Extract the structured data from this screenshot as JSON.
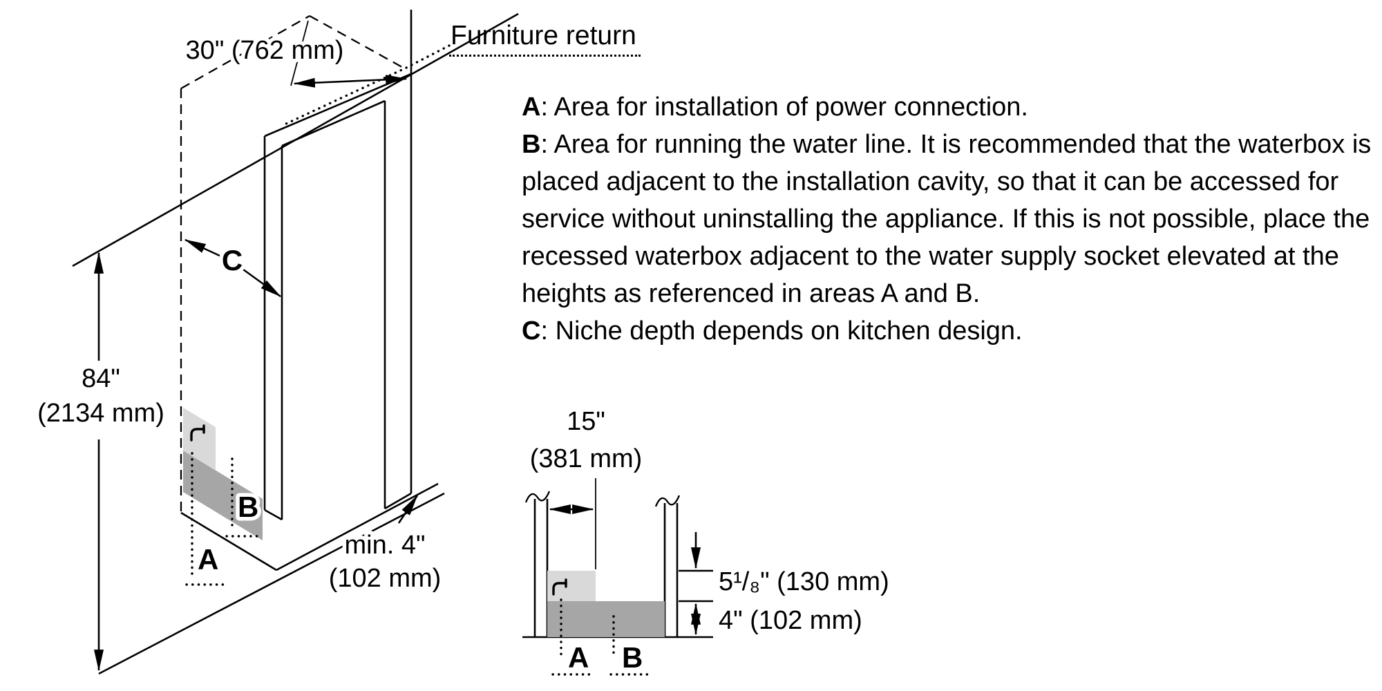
{
  "main_diagram": {
    "width_dimension": "30\" (762 mm)",
    "furniture_return_label": "Furniture return",
    "height_dimension_inches": "84\"",
    "height_dimension_mm": "(2134 mm)",
    "depth_label": "C",
    "zone_a_label": "A",
    "zone_b_label": "B",
    "min_clearance_inches": "min. 4\"",
    "min_clearance_mm": "(102 mm)"
  },
  "notes": [
    {
      "key": "A",
      "text": ": Area for installation of power connection."
    },
    {
      "key": "B",
      "text": ": Area for running the water line. It is recommended that the waterbox is placed adjacent to the installation cavity, so that it can be accessed for service without uninstalling the appliance. If this is not possible, place the recessed waterbox adjacent to the water supply socket elevated at the heights as referenced in areas A and B."
    },
    {
      "key": "C",
      "text": ": Niche depth depends on kitchen design."
    }
  ],
  "section_diagram": {
    "width_dimension_inches": "15\"",
    "width_dimension_mm": "(381 mm)",
    "upper_height_dimension": "5¹/₈\" (130 mm)",
    "lower_height_dimension": "4\" (102 mm)",
    "zone_a_label": "A",
    "zone_b_label": "B"
  },
  "colors": {
    "line": "#000000",
    "zone_a_fill": "#d9d9d9",
    "zone_b_fill": "#a6a6a6",
    "background": "#ffffff"
  }
}
